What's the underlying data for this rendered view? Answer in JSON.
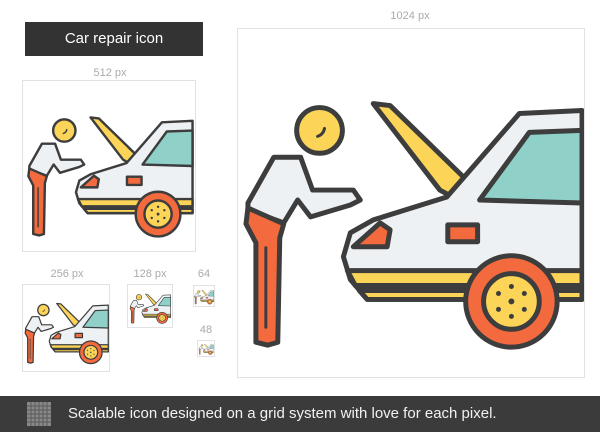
{
  "title": "Car repair icon",
  "sizes": {
    "s1024": "1024 px",
    "s512": "512 px",
    "s256": "256 px",
    "s128": "128 px",
    "s64": "64",
    "s48": "48"
  },
  "footer": {
    "icon": "grid-icon",
    "text": "Scalable icon designed on a grid system with love for each pixel."
  },
  "colors": {
    "outline": "#3d3d3d",
    "orange": "#f26a3d",
    "yellow": "#fcd558",
    "teal": "#8fd0c9",
    "body": "#eef1f4",
    "bar": "#3b3b3b"
  }
}
